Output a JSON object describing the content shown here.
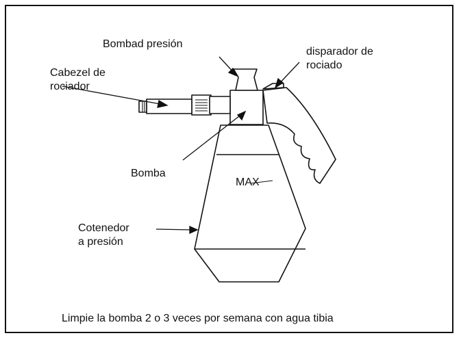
{
  "labels": {
    "pump_pressure": "Bombad presión",
    "sprayer_head": [
      "Cabezel de",
      "rociador"
    ],
    "spray_trigger": [
      "disparador de",
      "rociado"
    ],
    "pump": "Bomba",
    "max_mark": "MAX",
    "container": [
      "Cotenedor",
      "a presión"
    ]
  },
  "caption": "Limpie la bomba 2 o 3 veces por semana con agua tibia"
}
